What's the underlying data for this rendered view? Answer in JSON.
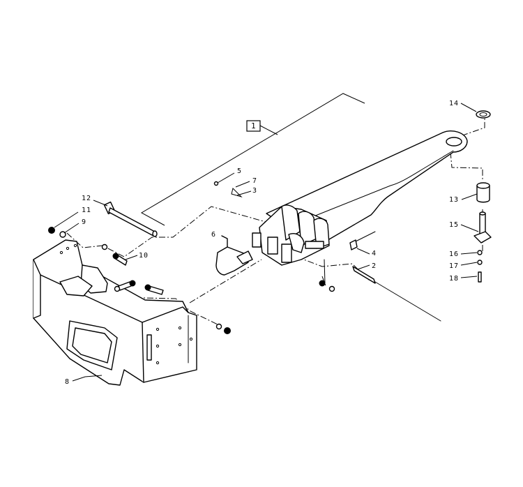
{
  "figure": {
    "assembly_ref": "1",
    "callouts": [
      "2",
      "3",
      "4",
      "5",
      "6",
      "7",
      "8",
      "9",
      "10",
      "11",
      "12",
      "13",
      "14",
      "15",
      "16",
      "17",
      "18"
    ]
  }
}
